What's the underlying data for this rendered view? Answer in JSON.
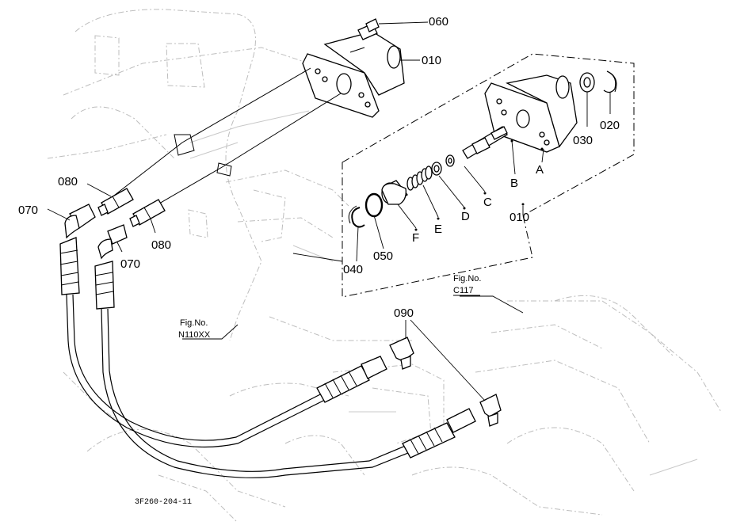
{
  "labels": {
    "p060": "060",
    "p010_top": "010",
    "p020": "020",
    "p030": "030",
    "A": "A",
    "B": "B",
    "C": "C",
    "D": "D",
    "E": "E",
    "F": "F",
    "p010_box": "010",
    "p050": "050",
    "p040": "040",
    "p080_a": "080",
    "p080_b": "080",
    "p070_a": "070",
    "p070_b": "070",
    "p090": "090"
  },
  "figure_refs": {
    "left_fig_label": "Fig.No.",
    "left_fig_value": "N110XX",
    "right_fig_label": "Fig.No.",
    "right_fig_value": "C117"
  },
  "drawing_code": "3F260-204-11"
}
